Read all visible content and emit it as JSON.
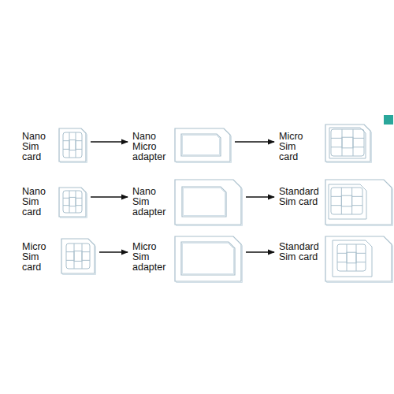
{
  "diagram": {
    "nodes": [
      {
        "text": [
          "Nano Sim card"
        ]
      },
      {
        "text": [
          "Nano Micro adapter"
        ]
      },
      {
        "text": [
          "Micro Sim card"
        ]
      },
      {
        "text": [
          "Nano Sim card"
        ]
      },
      {
        "text": [
          "Nano Sim adapter"
        ]
      },
      {
        "text": [
          "Standard Sim card"
        ]
      },
      {
        "text": [
          "Micro Sim card"
        ]
      },
      {
        "text": [
          "Micro Sim adapter"
        ]
      },
      {
        "text": [
          "Standard Sim card"
        ]
      }
    ],
    "edges": [
      {
        "from": 0,
        "to": 1,
        "arrow": "to"
      },
      {
        "from": 1,
        "to": 2,
        "arrow": "to"
      },
      {
        "from": 3,
        "to": 4,
        "arrow": "to"
      },
      {
        "from": 4,
        "to": 5,
        "arrow": "to"
      },
      {
        "from": 6,
        "to": 7,
        "arrow": "to"
      },
      {
        "from": 7,
        "to": 8,
        "arrow": "to"
      }
    ]
  }
}
